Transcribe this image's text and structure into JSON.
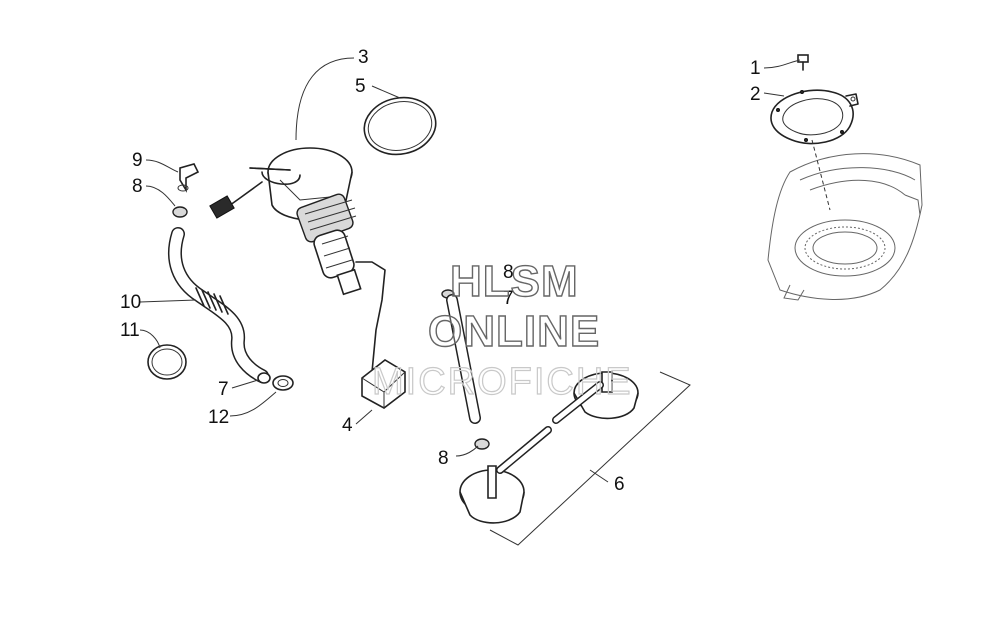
{
  "callouts": {
    "c1": "1",
    "c2": "2",
    "c3": "3",
    "c4": "4",
    "c5": "5",
    "c6": "6",
    "c7a": "7",
    "c7b": "7",
    "c8a": "8",
    "c8b": "8",
    "c8c": "8",
    "c9": "9",
    "c10": "10",
    "c11": "11",
    "c12": "12"
  },
  "watermark": {
    "line1": "HLSM",
    "line2": "ONLINE",
    "line3": "MICROFICHE"
  }
}
